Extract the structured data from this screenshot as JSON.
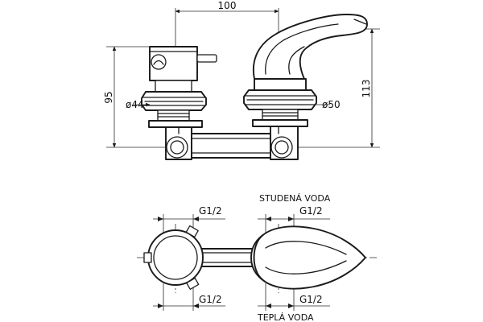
{
  "dimensions": {
    "width_top": "100",
    "height_left": "95",
    "height_right": "113",
    "dia_left": "ø44",
    "dia_right": "ø50",
    "thread_top_left": "G1/2",
    "thread_top_right": "G1/2",
    "thread_bottom_left": "G1/2",
    "thread_bottom_right": "G1/2"
  },
  "labels": {
    "cold_water": "STUDENÁ VODA",
    "hot_water": "TEPLÁ VODA"
  },
  "colors": {
    "line": "#1a1a1a",
    "background": "#ffffff"
  }
}
